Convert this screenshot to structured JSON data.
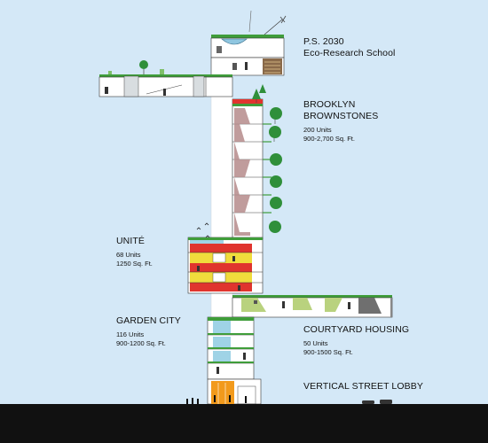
{
  "labels": {
    "school": {
      "title": "P.S. 2030",
      "subtitle": "Eco-Research School"
    },
    "brownstones": {
      "title_1": "BROOKLYN",
      "title_2": "BROWNSTONES",
      "units": "200 Units",
      "size": "900-2,700 Sq. Ft."
    },
    "unite": {
      "title": "UNITÉ",
      "units": "68 Units",
      "size": "1250 Sq. Ft."
    },
    "garden_city": {
      "title": "GARDEN CITY",
      "units": "116 Units",
      "size": "900-1200 Sq. Ft."
    },
    "courtyard": {
      "title": "COURTYARD HOUSING",
      "units": "50 Units",
      "size": "900-1500 Sq. Ft."
    },
    "lobby": {
      "title": "VERTICAL STREET LOBBY"
    }
  },
  "colors": {
    "sky": "#d4e8f7",
    "ground": "#111111",
    "green_roof": "#3f9d3a",
    "tree": "#2f8f3a",
    "brown_stair": "#b58b8b",
    "unite_red": "#e0342e",
    "unite_yellow": "#f0dc3c",
    "lobby_orange": "#f29a1c",
    "glass": "#9fd3e6",
    "core": "#ffffff"
  },
  "icons": [
    "tree-icon",
    "bird-icon",
    "wind-turbine-icon",
    "person-icon",
    "car-icon"
  ]
}
